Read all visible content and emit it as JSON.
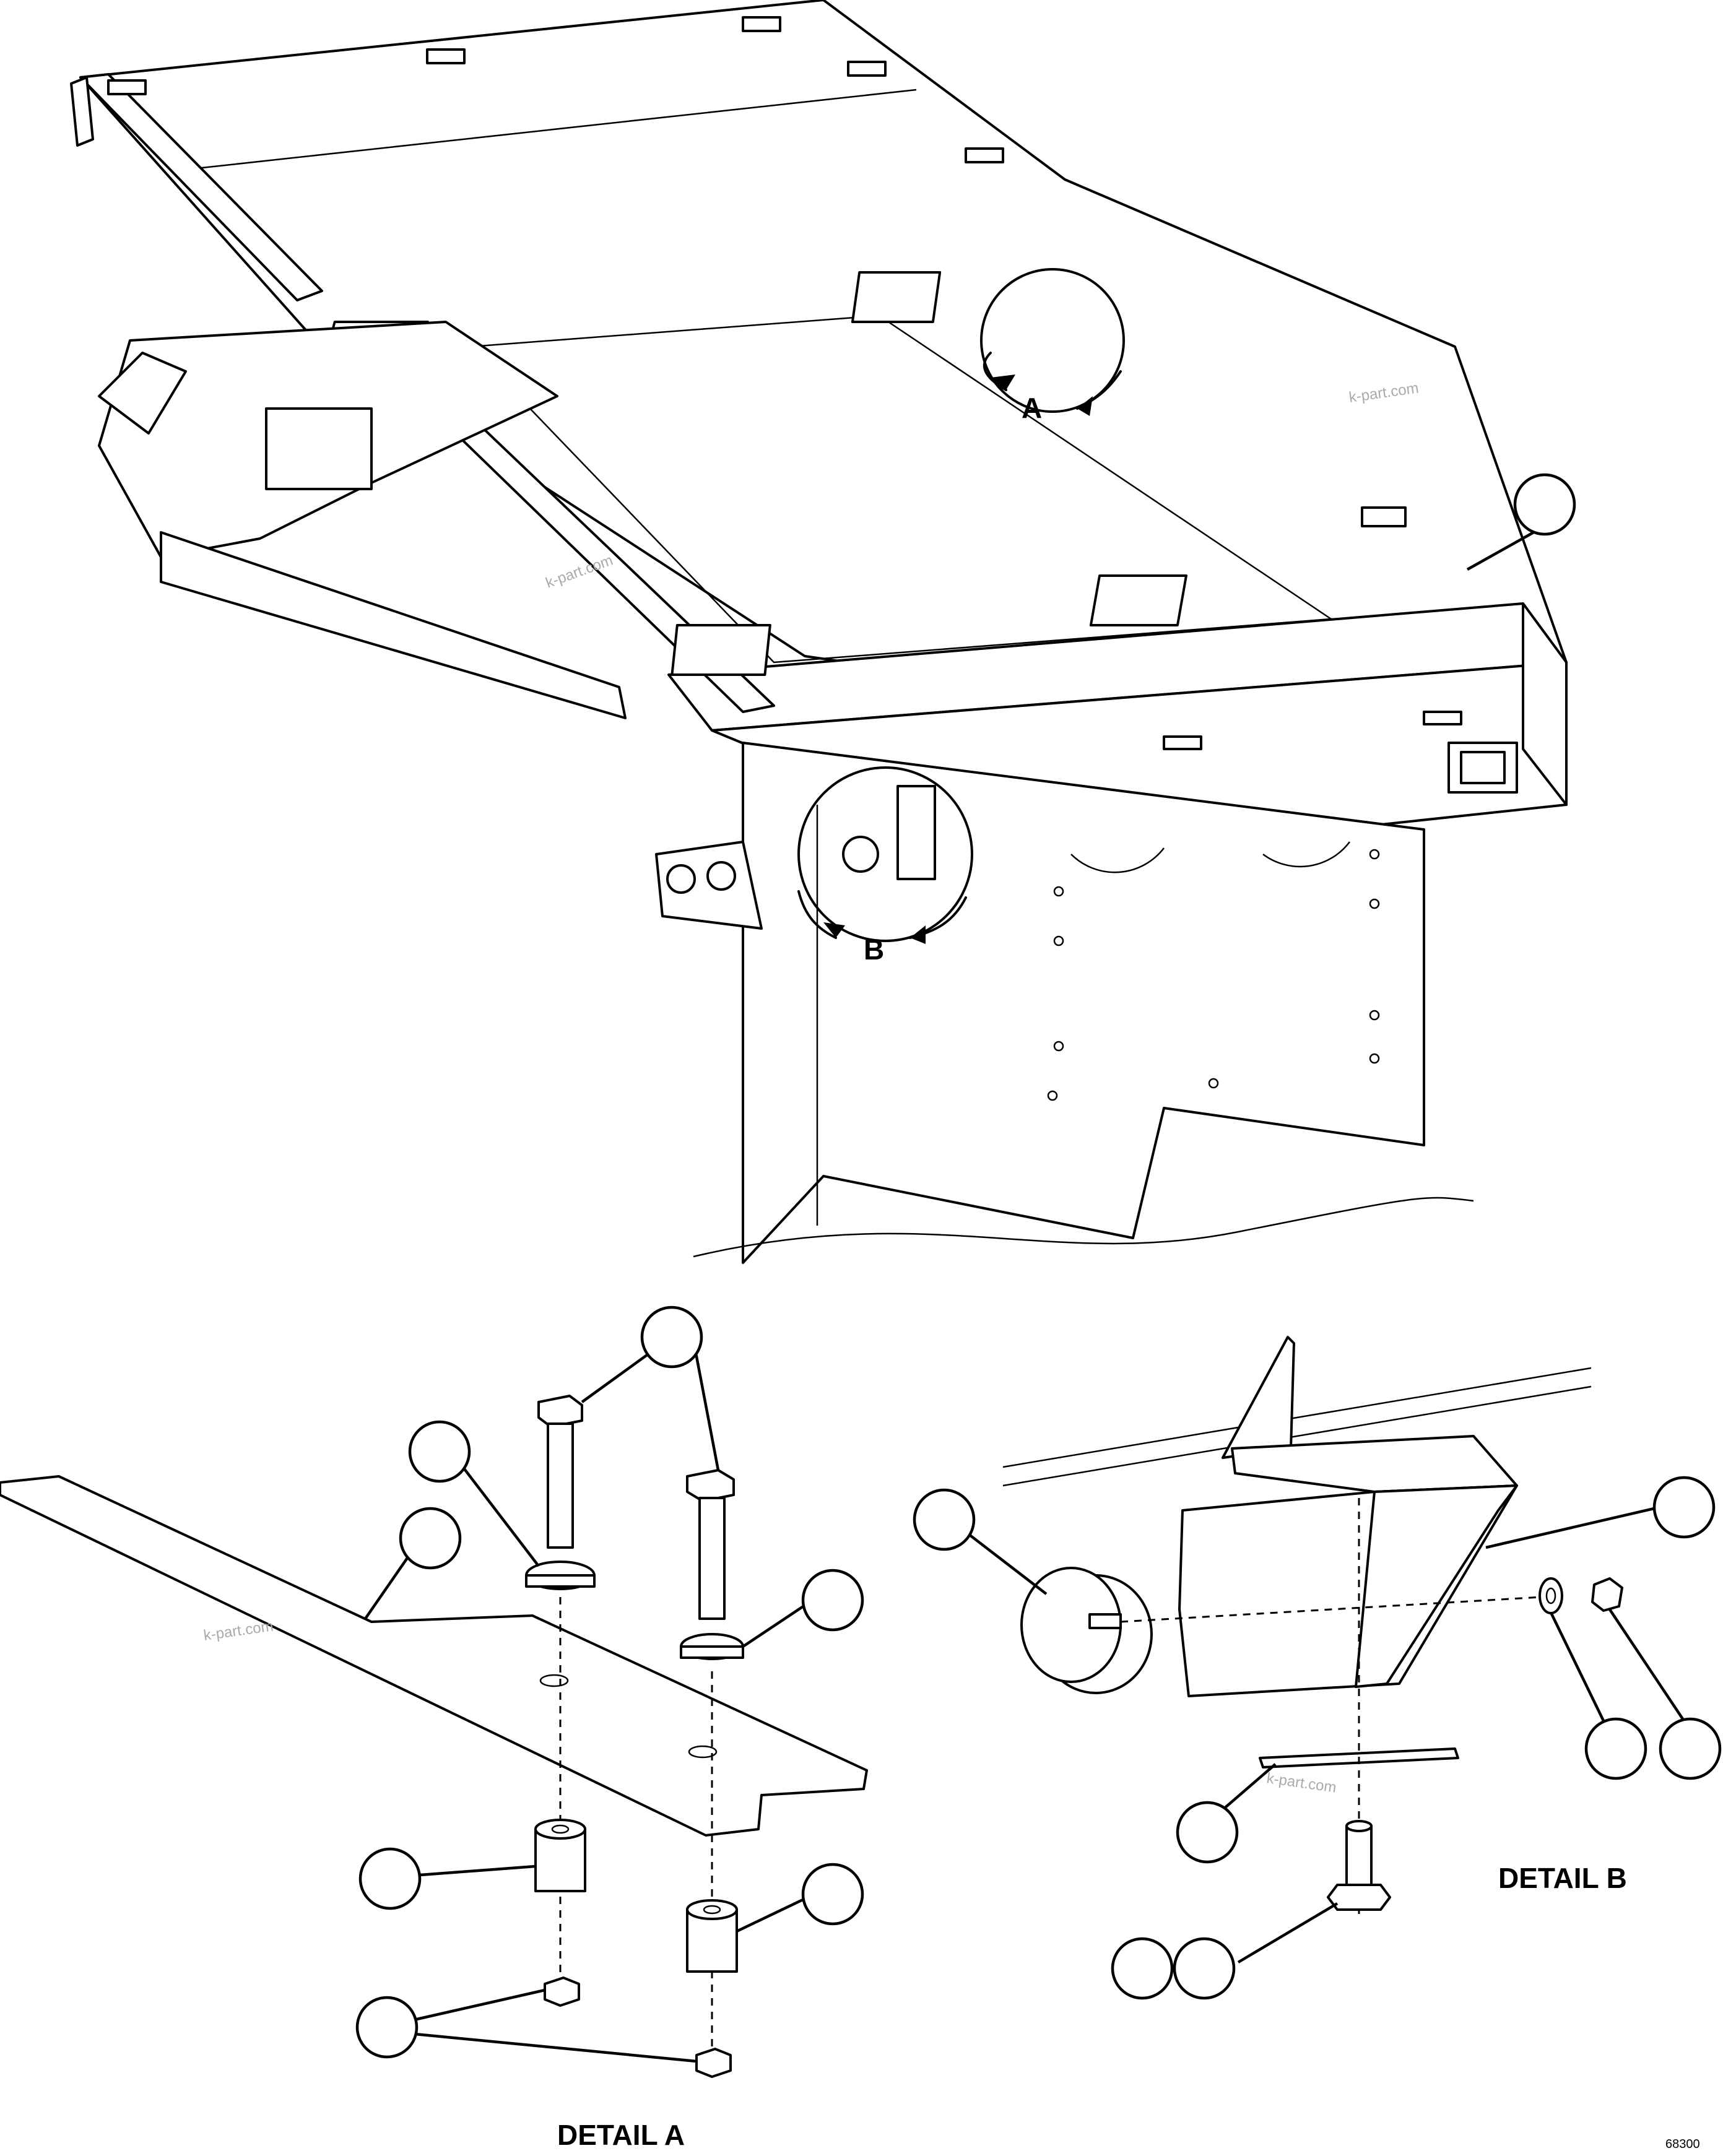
{
  "labels": {
    "detail_a_marker": "A",
    "detail_b_marker": "B",
    "detail_a_title": "DETAIL A",
    "detail_b_title": "DETAIL B",
    "drawing_number": "68300"
  },
  "watermark": {
    "text": "k-part.com"
  },
  "colors": {
    "line": "#000000",
    "background": "#ffffff",
    "watermark": "#aaaaaa"
  }
}
